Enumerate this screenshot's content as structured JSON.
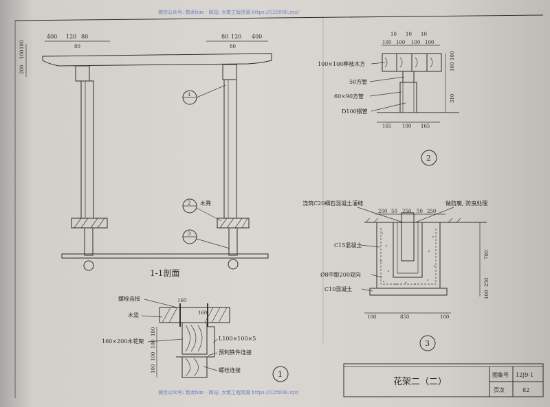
{
  "watermark_top": "微信公众号: 筑龙bim · 网站: 大筑工程资源 https://52fi996.xyz/",
  "watermark_bottom": "微信公众号: 筑龙bim · 网站: 大筑工程资源 https://52fi996.xyz/",
  "section_view": {
    "title": "1-1剖面",
    "dims_top_left": [
      "400",
      "120",
      "80"
    ],
    "dims_top_left_sub": "80",
    "dims_top_right": [
      "80",
      "120",
      "400"
    ],
    "dims_top_right_sub": "80",
    "dims_left": [
      "100",
      "100",
      "200"
    ],
    "callouts": [
      "1",
      "2",
      "3"
    ],
    "callout2_label": "木凳"
  },
  "detail1": {
    "number": "1",
    "labels": {
      "bolt_top": "螺栓连接",
      "beam": "木梁",
      "frame": "160×200木花架",
      "angle": "L100×100×5",
      "prefab": "预制铁件连接",
      "bolt_bottom": "螺栓连接"
    },
    "dims_top": [
      "160",
      "160"
    ],
    "dims_left": [
      "100",
      "100",
      "100",
      "100"
    ]
  },
  "detail2": {
    "number": "2",
    "dims_top_a": [
      "10",
      "10",
      "10"
    ],
    "dims_top_b": [
      "100",
      "100",
      "100",
      "100"
    ],
    "labels": {
      "timber": "100×100榫枝木方",
      "tube50": "50方管",
      "tube6090": "60×90方管",
      "pipe": "D100钢管"
    },
    "dims_right": [
      "100",
      "100",
      "310"
    ],
    "dims_bottom": [
      "165",
      "100",
      "165"
    ]
  },
  "detail3": {
    "number": "3",
    "labels": {
      "grout": "浇筑C20细石混凝土灌缝",
      "antirust": "做防腐, 防虫处理",
      "c15": "C15混凝土",
      "rebar": "Ø8中距200双向",
      "c10": "C10混凝土"
    },
    "dims_top": [
      "250",
      "50",
      "250",
      "50",
      "250"
    ],
    "dims_right": [
      "700",
      "250",
      "100"
    ],
    "dims_bottom": [
      "100",
      "850",
      "100"
    ]
  },
  "title_block": {
    "drawing_name": "花架二（二）",
    "atlas_label": "图集号",
    "atlas_value": "12J9-1",
    "page_label": "页次",
    "page_value": "82"
  }
}
